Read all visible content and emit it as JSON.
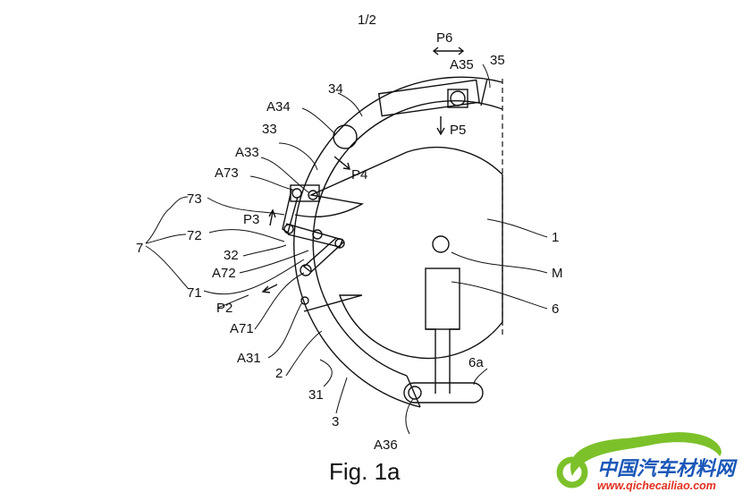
{
  "sheet": "1/2",
  "figure_caption": "Fig. 1a",
  "labels": {
    "P6": "P6",
    "A35": "A35",
    "L35": "35",
    "L34": "34",
    "A34": "A34",
    "P5": "P5",
    "L33": "33",
    "A33": "A33",
    "P4": "P4",
    "A73": "A73",
    "L73": "73",
    "P3": "P3",
    "L7": "7",
    "L72": "72",
    "L32": "32",
    "A72": "A72",
    "L71": "71",
    "P2": "P2",
    "A71": "A71",
    "A31": "A31",
    "L2": "2",
    "L31": "31",
    "L3": "3",
    "A36": "A36",
    "L6a": "6a",
    "L1": "1",
    "M": "M",
    "L6": "6"
  },
  "watermark": {
    "name": "中国汽车材料网",
    "url": "www.qichecailiao.com",
    "colors": {
      "green": "#7cc12a",
      "blue": "#1a57b8",
      "red": "#e0301e"
    }
  }
}
